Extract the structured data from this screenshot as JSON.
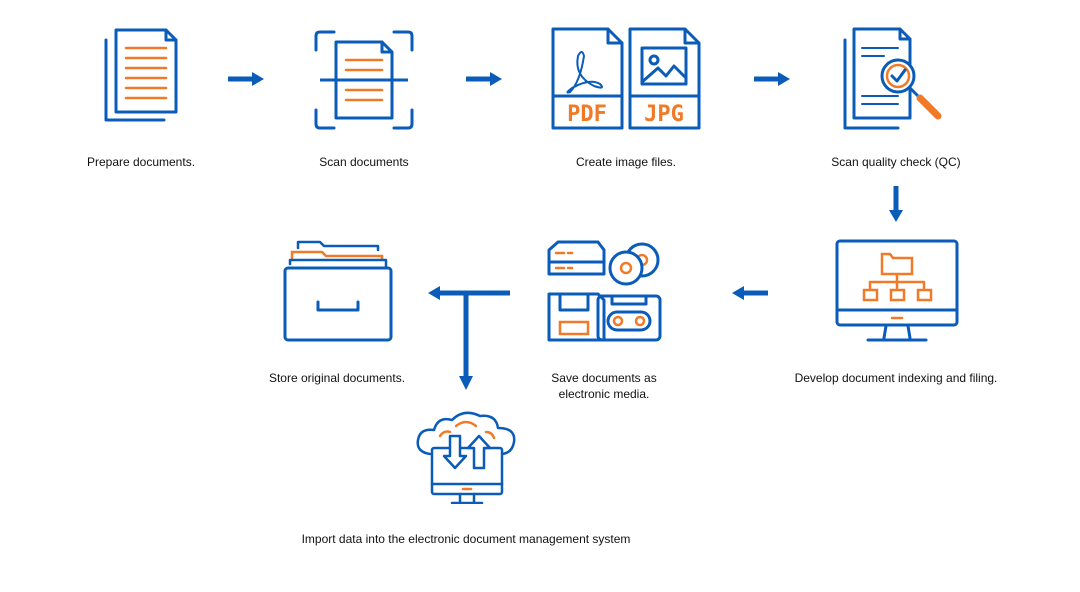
{
  "colors": {
    "primary": "#0a5cb8",
    "accent": "#f07a28"
  },
  "steps": [
    {
      "label": "Prepare documents.",
      "icon": "documents-icon"
    },
    {
      "label": "Scan documents",
      "icon": "scan-document-icon"
    },
    {
      "label": "Create image files.",
      "icon": "pdf-jpg-files-icon",
      "pdf": "PDF",
      "jpg": "JPG"
    },
    {
      "label": "Scan quality check (QC)",
      "icon": "quality-check-icon"
    },
    {
      "label": "Develop document indexing and filing.",
      "icon": "monitor-folder-tree-icon"
    },
    {
      "label_line1": "Save documents as",
      "label_line2": "electronic media.",
      "icon": "electronic-media-icon"
    },
    {
      "label": "Store original documents.",
      "icon": "file-cabinet-icon"
    },
    {
      "label": "Import data into the electronic document management system",
      "icon": "cloud-upload-download-icon"
    }
  ]
}
